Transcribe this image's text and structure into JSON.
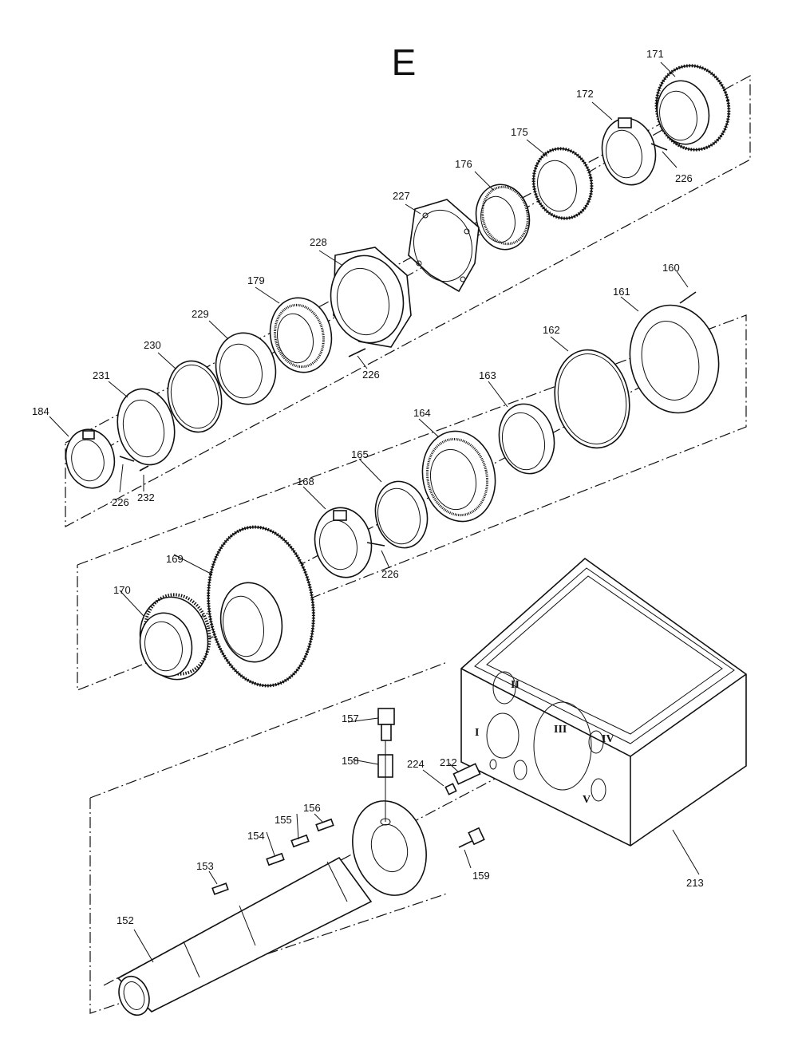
{
  "title": "E",
  "part_labels": {
    "p152": "152",
    "p153": "153",
    "p154": "154",
    "p155": "155",
    "p156": "156",
    "p157": "157",
    "p158": "158",
    "p159": "159",
    "p160": "160",
    "p161": "161",
    "p162": "162",
    "p163": "163",
    "p164": "164",
    "p165": "165",
    "p168": "168",
    "p169": "169",
    "p170": "170",
    "p171": "171",
    "p172": "172",
    "p175": "175",
    "p176": "176",
    "p179": "179",
    "p184": "184",
    "p212": "212",
    "p213": "213",
    "p224": "224",
    "p227": "227",
    "p228": "228",
    "p229": "229",
    "p230": "230",
    "p231": "231",
    "p232": "232",
    "p226_a": "226",
    "p226_b": "226",
    "p226_c": "226",
    "p226_d": "226"
  },
  "housing_bores": {
    "b1": "I",
    "b2": "II",
    "b3": "III",
    "b4": "IV",
    "b5": "V"
  }
}
